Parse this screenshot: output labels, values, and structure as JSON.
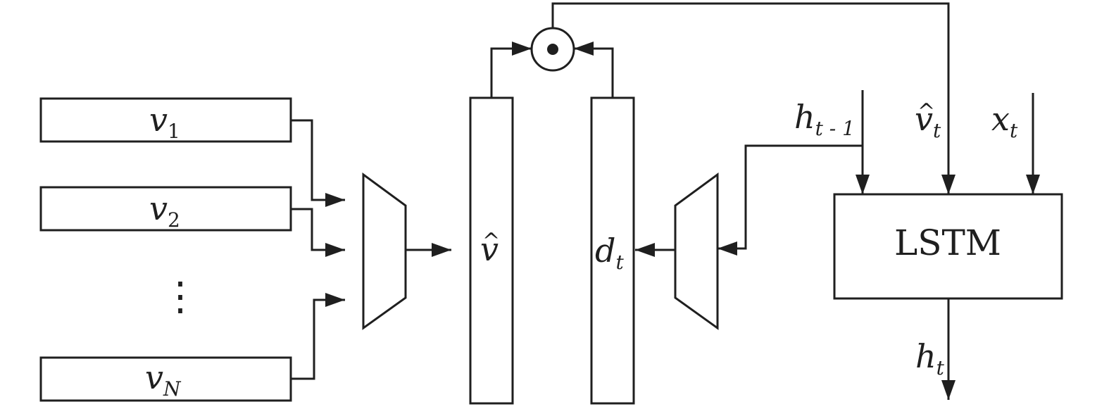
{
  "inputs": [
    {
      "base": "v",
      "sub": "1"
    },
    {
      "base": "v",
      "sub": "2"
    },
    {
      "base": "v",
      "sub": "N"
    }
  ],
  "ellipsis": "⋮",
  "pooled": {
    "base": "v",
    "accent": "^"
  },
  "decoded": {
    "base": "d",
    "sub": "t"
  },
  "hidden_prev": {
    "base": "h",
    "sub": "t - 1"
  },
  "context": {
    "base": "v",
    "accent": "^",
    "sub": "t"
  },
  "input_x": {
    "base": "x",
    "sub": "t"
  },
  "lstm_label": "LSTM",
  "hidden_out": {
    "base": "h",
    "sub": "t"
  },
  "operator_symbol": "elementwise-product-icon"
}
